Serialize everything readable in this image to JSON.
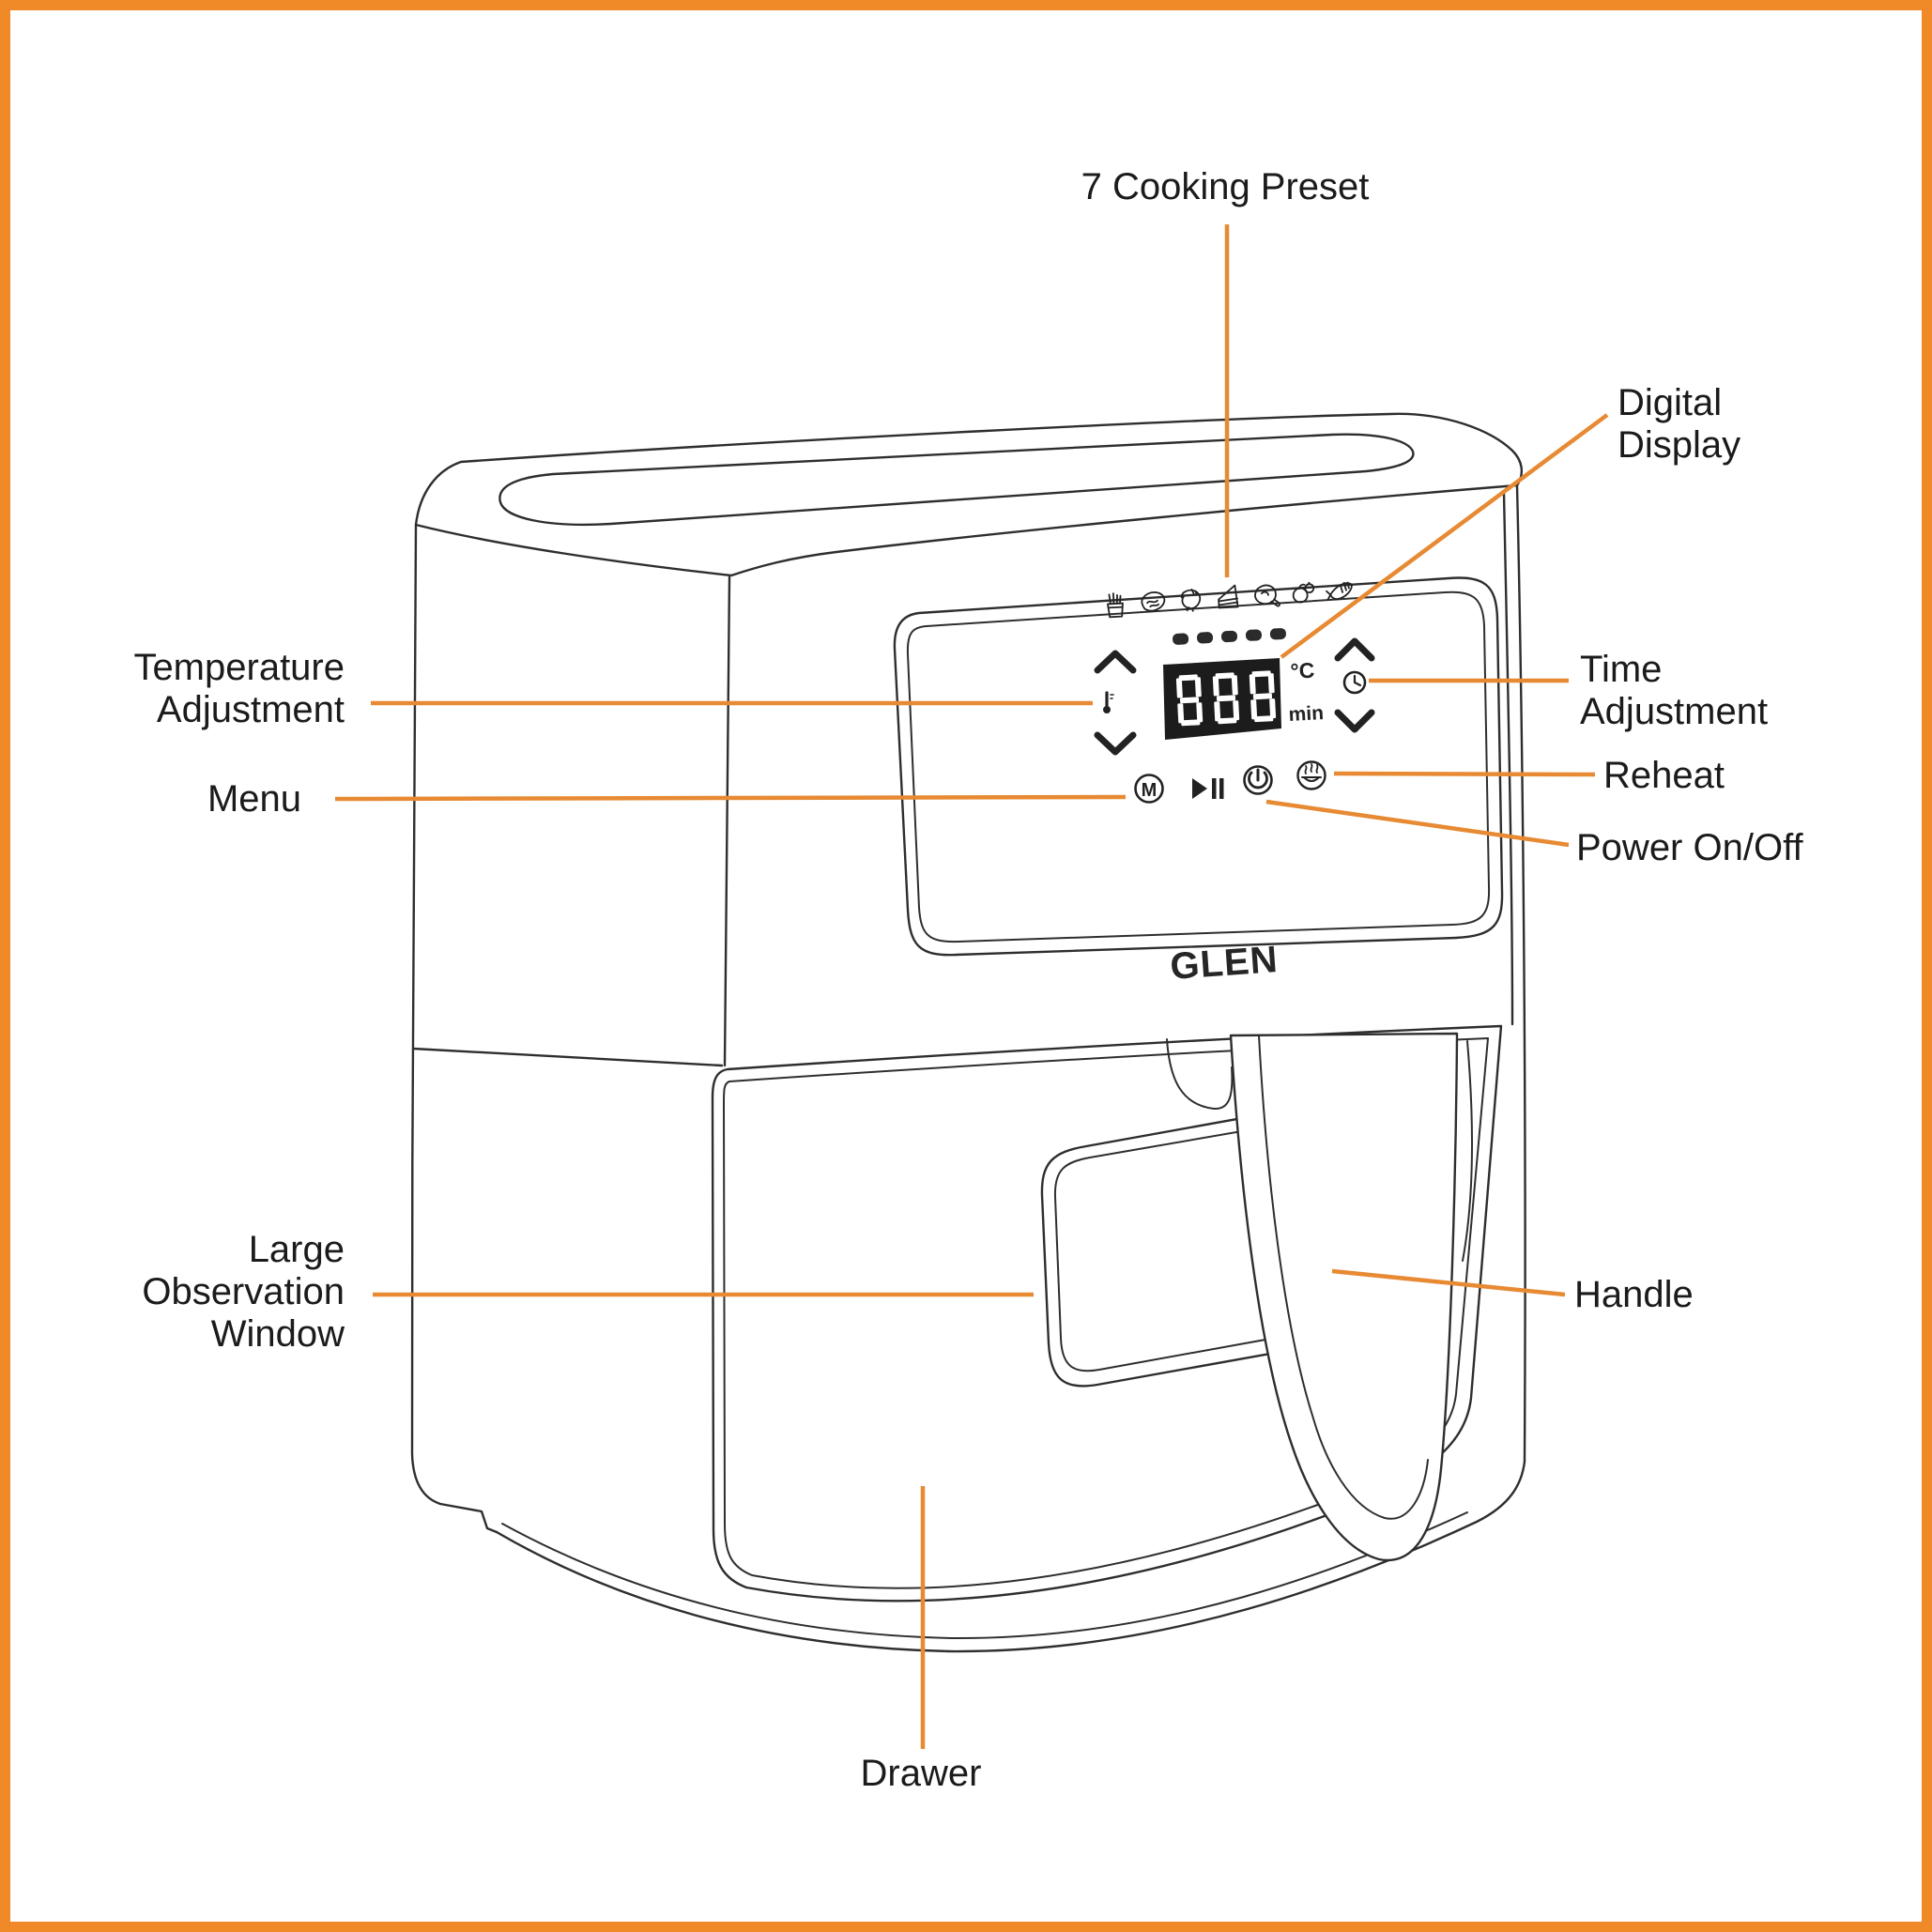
{
  "colors": {
    "border": "#F08A28",
    "leader_line": "#E78A33",
    "ink": "#1B1B1B",
    "device_line": "#2E2E2E",
    "display_background": "#1C1C1C",
    "display_segment": "#FFFFFF"
  },
  "brand": "GLEN",
  "control_panel": {
    "presets": [
      "french-fries",
      "meat",
      "shrimp",
      "cake",
      "chicken",
      "vegetables",
      "fish"
    ],
    "preset_indicator_dashes": 5,
    "display": {
      "value": "888",
      "temp_unit": "°C",
      "time_unit": "min"
    },
    "menu_glyph": "M",
    "buttons": [
      "menu",
      "play-pause",
      "power",
      "reheat"
    ]
  },
  "callouts": {
    "cooking_preset": {
      "text": "7 Cooking Preset"
    },
    "digital_display": {
      "line1": "Digital",
      "line2": "Display"
    },
    "temperature": {
      "line1": "Temperature",
      "line2": "Adjustment"
    },
    "menu": {
      "text": "Menu"
    },
    "time": {
      "line1": "Time",
      "line2": "Adjustment"
    },
    "reheat": {
      "text": "Reheat"
    },
    "power": {
      "text": "Power On/Off"
    },
    "window": {
      "line1": "Large",
      "line2": "Observation",
      "line3": "Window"
    },
    "handle": {
      "text": "Handle"
    },
    "drawer": {
      "text": "Drawer"
    }
  }
}
